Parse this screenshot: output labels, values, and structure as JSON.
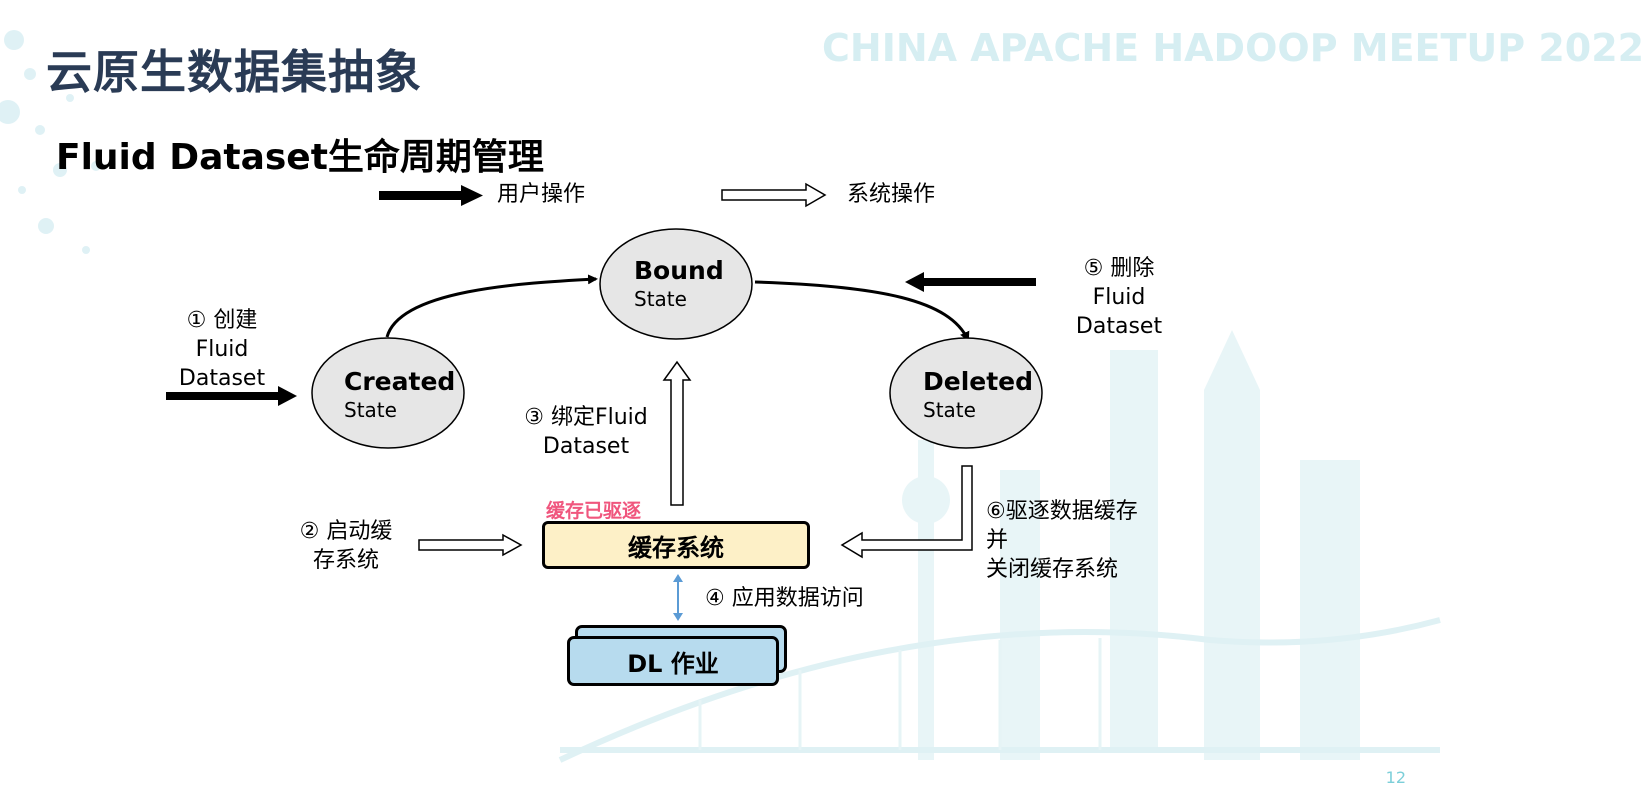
{
  "slide": {
    "title": "云原生数据集抽象",
    "subtitle": "Fluid Dataset生命周期管理",
    "watermark": "CHINA APACHE HADOOP MEETUP 2022",
    "page_number": "12"
  },
  "legend": {
    "user_op": "用户操作",
    "system_op": "系统操作"
  },
  "states": {
    "bound": {
      "name": "Bound",
      "sub": "State"
    },
    "created": {
      "name": "Created",
      "sub": "State"
    },
    "deleted": {
      "name": "Deleted",
      "sub": "State"
    }
  },
  "steps": {
    "step1": "① 创建\nFluid\nDataset",
    "step2": "② 启动缓\n存系统",
    "step3": "③ 绑定Fluid\nDataset",
    "step4": "④ 应用数据访问",
    "step5": "⑤ 删除\nFluid\nDataset",
    "step6": "⑥驱逐数据缓存\n并\n关闭缓存系统"
  },
  "boxes": {
    "cache_system": "缓存系统",
    "cache_evicted": "缓存已驱逐",
    "dl_job": "DL 作业"
  },
  "colors": {
    "title": "#2a3b55",
    "state_fill": "#e6e6e6",
    "cache_fill": "#fdf0c7",
    "dl_fill": "#b7dbee",
    "evicted_text": "#f0567e",
    "access_arrow": "#5b9bd5"
  }
}
